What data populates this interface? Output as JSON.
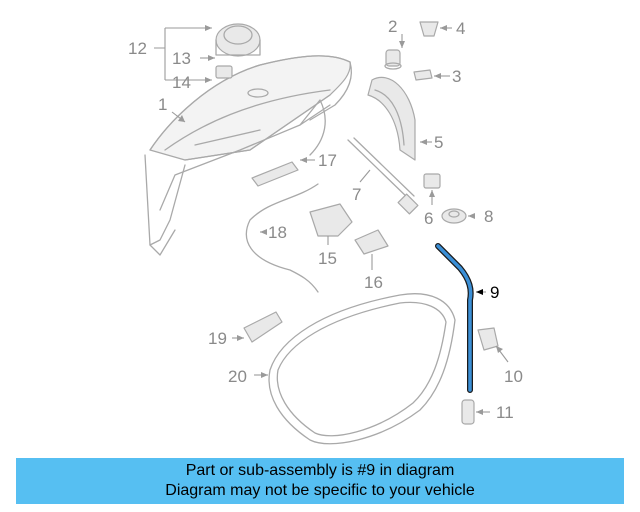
{
  "diagram": {
    "callouts": [
      "1",
      "2",
      "3",
      "4",
      "5",
      "6",
      "7",
      "8",
      "9",
      "10",
      "11",
      "12",
      "13",
      "14",
      "15",
      "16",
      "17",
      "18",
      "19",
      "20"
    ],
    "highlight_callout": "9",
    "highlight_color": "#3b8fd6"
  },
  "banner": {
    "line1": "Part or sub-assembly is #9 in diagram",
    "line2": "Diagram may not be specific to your vehicle",
    "background": "#56bff2"
  }
}
